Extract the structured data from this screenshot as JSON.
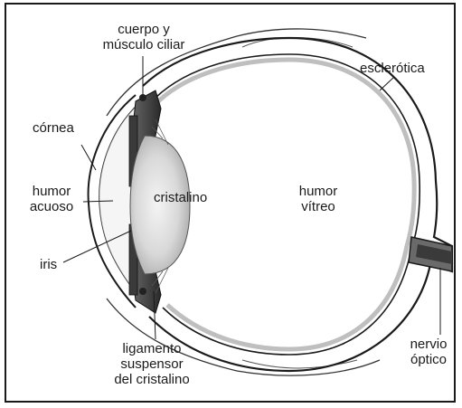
{
  "labels": {
    "cuerpo": "cuerpo y\nmúsculo ciliar",
    "esclerotica": "esclerótica",
    "cornea": "córnea",
    "humor_acuoso": "humor\nacuoso",
    "cristalino": "cristalino",
    "humor_vitreo": "humor\nvítreo",
    "iris": "iris",
    "ligamento": "ligamento\nsuspensor\ndel cristalino",
    "nervio": "nervio\nóptico"
  }
}
